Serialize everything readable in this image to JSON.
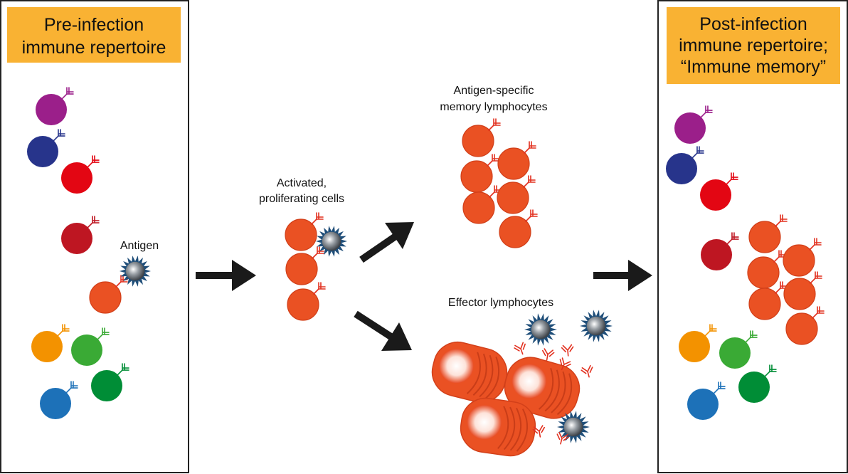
{
  "panels": {
    "pre": {
      "title_line1": "Pre-infection",
      "title_line2": "immune repertoire"
    },
    "post": {
      "title_line1": "Post-infection",
      "title_line2": "immune repertoire;",
      "title_line3": "“Immune memory”"
    }
  },
  "labels": {
    "antigen": "Antigen",
    "activated_line1": "Activated,",
    "activated_line2": "proliferating cells",
    "memory_line1": "Antigen-specific",
    "memory_line2": "memory lymphocytes",
    "effector": "Effector lymphocytes"
  },
  "colors": {
    "title_box": "#F9B233",
    "border": "#222222",
    "arrow": "#1a1a1a",
    "orange_cell": "#EA5123",
    "orange_cell_edge": "#D2401A",
    "receptor_orange": "#E2301F",
    "purple": "#9B1F8A",
    "navy": "#27348B",
    "red": "#E30613",
    "crimson": "#BE1622",
    "amber": "#F39200",
    "lightgreen": "#3AAA35",
    "green": "#008D36",
    "blue": "#1D71B8",
    "antigen": "#1F4E79"
  }
}
